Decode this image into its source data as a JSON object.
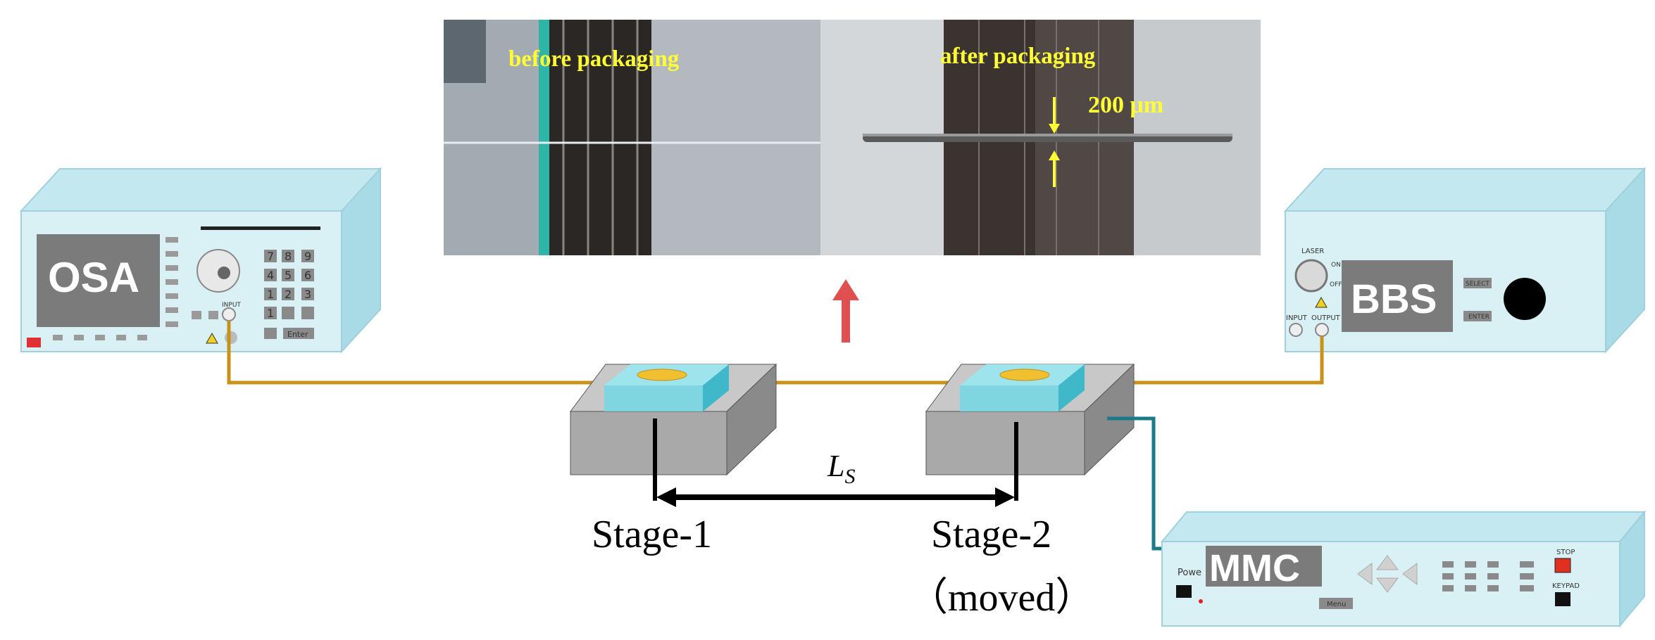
{
  "photos": {
    "before_label": "before packaging",
    "after_label": "after packaging",
    "scale_label": "200 μm"
  },
  "osa": {
    "label": "OSA",
    "keypad": [
      "7",
      "8",
      "9",
      "4",
      "5",
      "6",
      "1",
      "2",
      "3",
      "1"
    ],
    "input_label": "INPUT",
    "enter_label": "Enter"
  },
  "bbs": {
    "label": "BBS",
    "laser_label": "LASER",
    "on_label": "ON",
    "off_label": "OFF",
    "input_label": "INPUT",
    "output_label": "OUTPUT",
    "select_label": "SELECT",
    "enter_label": "ENTER"
  },
  "mmc": {
    "label": "MMC",
    "power_label": "Powe",
    "menu_label": "Menu",
    "stop_label": "STOP",
    "keypad_label": "KEYPAD"
  },
  "stages": {
    "stage1_label": "Stage-1",
    "stage2_label": "Stage-2",
    "stage2_note": "（moved）",
    "distance_label_main": "L",
    "distance_label_sub": "S"
  },
  "colors": {
    "fiber": "#c9901a",
    "cable": "#1a7a8a",
    "arrow": "#e05050",
    "device_front": "#d9f1f5",
    "device_top": "#c4e8ef",
    "device_side": "#a8dbe6",
    "screen": "#7b7b7b",
    "stage_top": "#c8c8c8",
    "stage_front": "#a9a9a9",
    "stage_side": "#8a8a8a",
    "glass": "#7fd6e0",
    "grating": "#f0c030"
  }
}
